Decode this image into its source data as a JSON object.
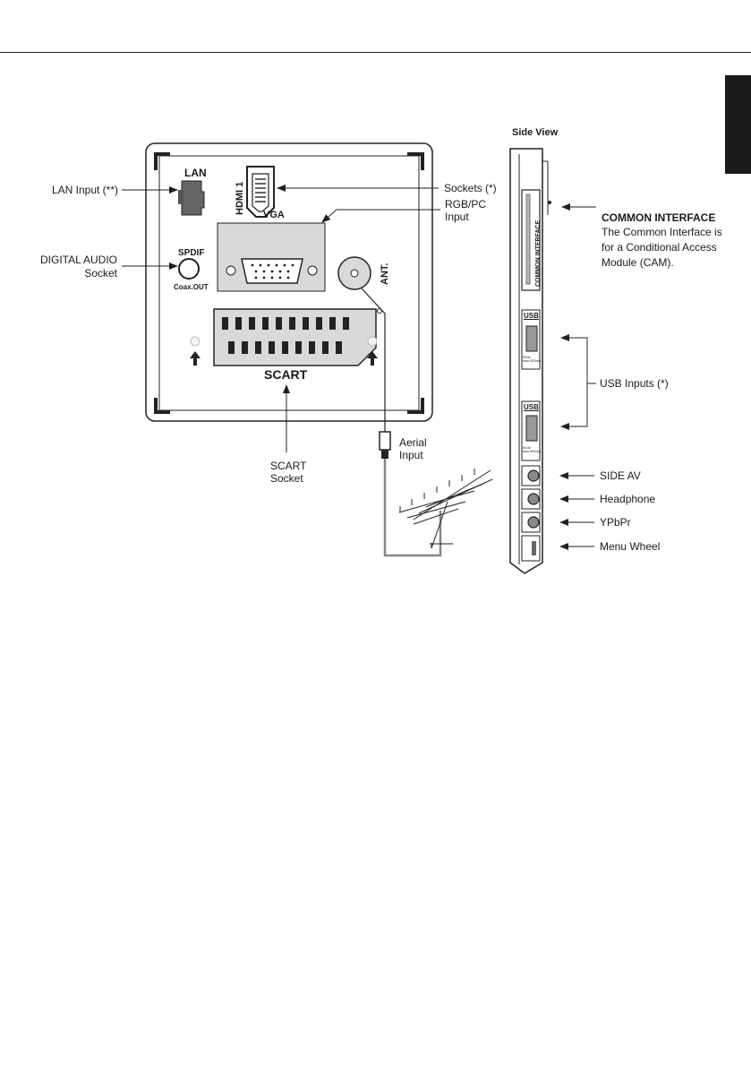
{
  "back_panel": {
    "lan_label": "LAN",
    "hdmi_label": "HDMI 1",
    "vga_label": "VGA",
    "spdif_label": "SPDIF",
    "coax_label": "Coax.OUT",
    "ant_label": "ANT.",
    "scart_label": "SCART"
  },
  "callouts": {
    "lan_input": "LAN Input (**)",
    "digital_audio_line1": "DIGITAL AUDIO",
    "digital_audio_line2": "Socket",
    "sockets": "Sockets (*)",
    "rgb_pc_line1": "RGB/PC",
    "rgb_pc_line2": "Input",
    "scart_socket_line1": "SCART",
    "scart_socket_line2": "Socket",
    "aerial_line1": "Aerial",
    "aerial_line2": "Input"
  },
  "side_view": {
    "title": "Side View",
    "common_interface_slot_label": "COMMON INTERFACE",
    "usb_port_1_label": "USB",
    "usb_port_1_rating": "5Vdc max.500mA",
    "usb_port_2_label": "USB",
    "usb_port_2_rating": "5Vdc max.500mA",
    "common_interface_title": "COMMON INTERFACE",
    "common_interface_desc_1": "The Common Interface is",
    "common_interface_desc_2": "for a Conditional Access",
    "common_interface_desc_3": "Module (CAM).",
    "usb_inputs": "USB Inputs (*)",
    "side_av": "SIDE AV",
    "headphone": "Headphone",
    "ypbpr": "YPbPr",
    "menu_wheel": "Menu Wheel"
  },
  "colors": {
    "line": "#222222",
    "panel_fill": "#d9d9d9",
    "language_tab": "#1a1a1a"
  }
}
